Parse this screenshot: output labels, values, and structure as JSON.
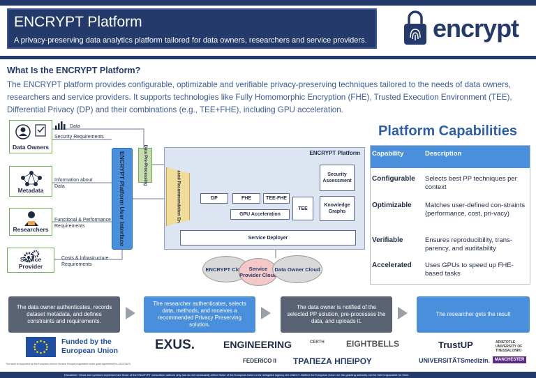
{
  "header": {
    "title": "ENCRYPT Platform",
    "subtitle": "A privacy-preserving data analytics platform tailored for data owners, researchers and service providers.",
    "logo_text": "encrypt"
  },
  "intro": {
    "heading": "What Is the ENCRYPT Platform?",
    "body": "The ENCRYPT platform provides configurable, optimizable and verifiable privacy-preserving techniques tailored to the needs of data owners, researchers and service providers. It supports technologies like Fully Homomorphic Encryption (FHE), Trusted Execution Environment (TEE), Differential Privacy (DP) and their combinations (e.g., TEE+FHE), including GPU acceleration."
  },
  "diagram": {
    "actors": {
      "data_owners": "Data Owners",
      "metadata": "Metadata",
      "researchers": "Researchers",
      "service_provider": "Service Provider"
    },
    "flows": {
      "data": "Data",
      "security_requirements": "Security Requirements",
      "information_about_data": "Information about Data",
      "functional_performance": "Functional & Performance Requirements",
      "costs_infrastructure": "Costs & Infrastructure Requirements"
    },
    "ui_label": "ENCRYPT Platform User Interface",
    "preprocessing": "Data Pre-Processing",
    "platform_title": "ENCRYPT Platform",
    "engine": "AI-based Recommendation Engine",
    "dp": "DP",
    "fhe": "FHE",
    "tee_fhe": "TEE-FHE",
    "tee": "TEE",
    "gpu": "GPU Acceleration",
    "security_assessment": "Security Assessment",
    "knowledge_graphs": "Knowledge Graphs",
    "service_deployer": "Service Deployer",
    "clouds": {
      "encrypt": "ENCRYPT Cloud",
      "service_provider": "Service Provider Cloud",
      "data_owner": "Data Owner Cloud"
    }
  },
  "capabilities": {
    "title": "Platform Capabilities",
    "col_capability": "Capability",
    "col_description": "Description",
    "rows": [
      {
        "name": "Configurable",
        "desc": "Selects best PP techniques per context"
      },
      {
        "name": "Optimizable",
        "desc": "Matches user-defined con-straints (performance, cost, pri-vacy)"
      },
      {
        "name": "Verifiable",
        "desc": "Ensures reproducibility, trans-parency, and auditability"
      },
      {
        "name": "Accelerated",
        "desc": "Uses GPUs to speed up FHE-based tasks"
      }
    ]
  },
  "process": [
    "The data owner authenticates, records dataset metadata, and defines constraints and requirements.",
    "The researcher authenticates, selects data, methods, and receives a recommended Privacy Preserving solution.",
    "The data owner is notified of the selected PP solution, pre-processes the data, and uploads it.",
    "The researcher gets the result"
  ],
  "footer": {
    "funded": "Funded by the European Union",
    "grant_note": "This work is supported by the European Union's Horizon Europe programme under grant agreement No 101070670.",
    "partners": [
      "EXUS.",
      "ENGINEERING",
      "CERTH",
      "EIGHTBELLS",
      "TrustUP",
      "ARISTOTLE UNIVERSITY OF THESSALONIKI",
      "FEDERICO II",
      "ΤΡΑΠΕΖΑ ΗΠΕΙΡΟΥ",
      "UNIVERSITÄTSmedizin.",
      "MANCHESTER"
    ],
    "disclaimer": "Disclaimer: Views and opinions expressed are those of the ENCRYPT consortium authors only and do not necessarily reflect those of the European Union or its delegated Agency DG CNECT. Neither the European Union nor the granting authority can be held responsible for them."
  },
  "colors": {
    "navy": "#243a6b",
    "blue": "#4a8fdb",
    "capability_blue": "#2d5fa8",
    "green": "#6ab04c",
    "engine": "#f2dc9a"
  }
}
